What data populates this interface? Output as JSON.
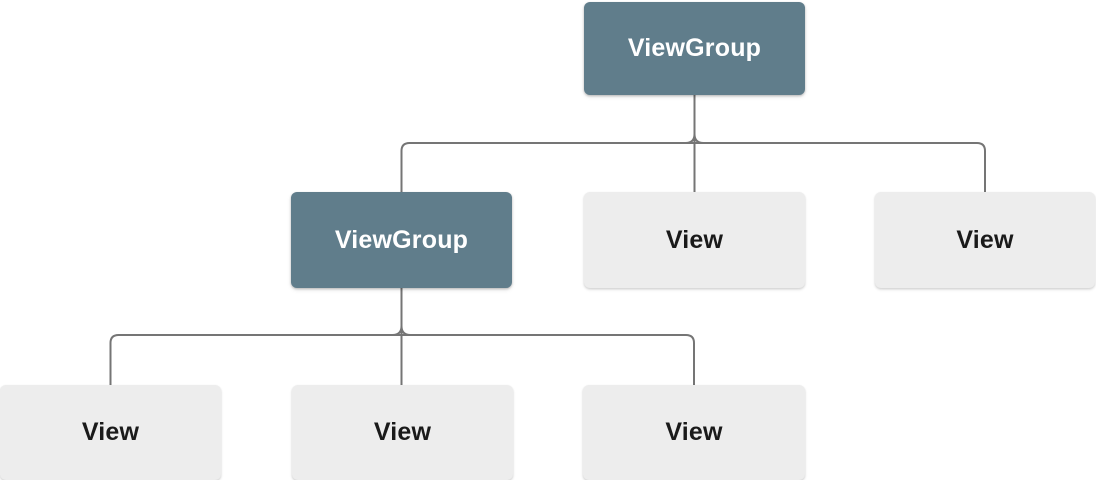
{
  "diagram": {
    "type": "tree",
    "description": "View hierarchy tree with a root ViewGroup, a second level containing a ViewGroup and two Views, and a third level of three Views under the second-level ViewGroup",
    "colors": {
      "viewgroup_bg": "#607d8b",
      "viewgroup_text": "#ffffff",
      "view_bg": "#ededed",
      "view_text": "#1a1a1a",
      "connector": "#757575",
      "background": "#ffffff"
    },
    "nodes": [
      {
        "id": "root",
        "label": "ViewGroup",
        "type": "viewgroup",
        "level": 1
      },
      {
        "id": "l2-vg",
        "label": "ViewGroup",
        "type": "viewgroup",
        "level": 2
      },
      {
        "id": "l2-view-1",
        "label": "View",
        "type": "view",
        "level": 2
      },
      {
        "id": "l2-view-2",
        "label": "View",
        "type": "view",
        "level": 2
      },
      {
        "id": "l3-view-1",
        "label": "View",
        "type": "view",
        "level": 3
      },
      {
        "id": "l3-view-2",
        "label": "View",
        "type": "view",
        "level": 3
      },
      {
        "id": "l3-view-3",
        "label": "View",
        "type": "view",
        "level": 3
      }
    ],
    "edges": [
      {
        "from": "root",
        "to": "l2-vg"
      },
      {
        "from": "root",
        "to": "l2-view-1"
      },
      {
        "from": "root",
        "to": "l2-view-2"
      },
      {
        "from": "l2-vg",
        "to": "l3-view-1"
      },
      {
        "from": "l2-vg",
        "to": "l3-view-2"
      },
      {
        "from": "l2-vg",
        "to": "l3-view-3"
      }
    ]
  }
}
